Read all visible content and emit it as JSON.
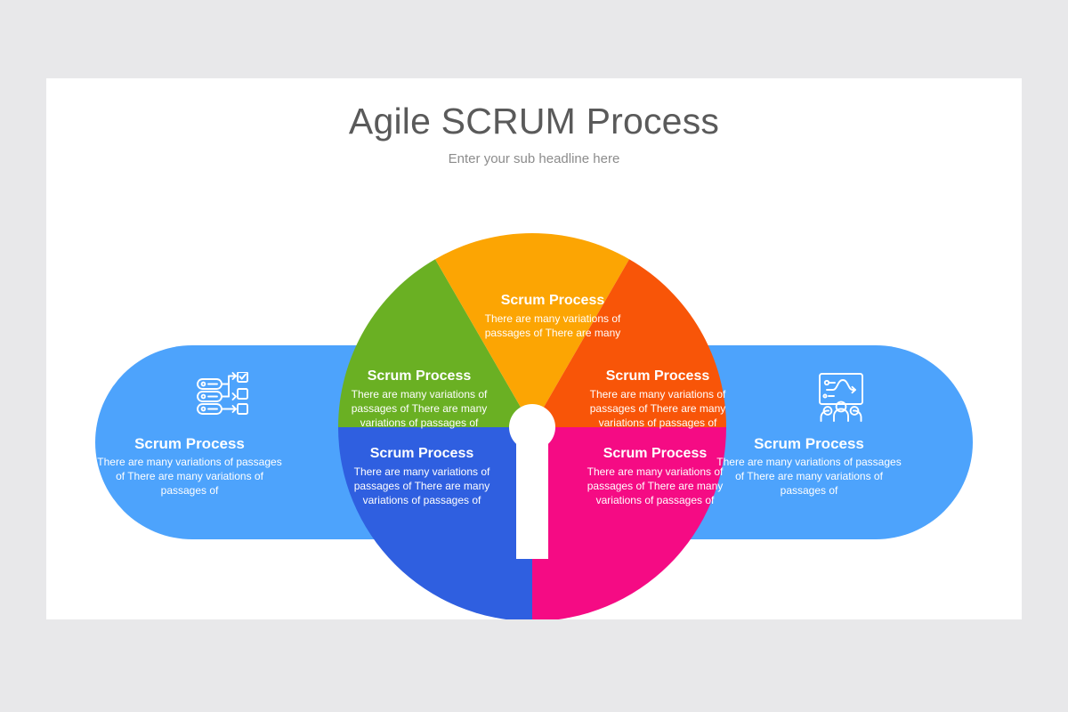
{
  "slide": {
    "title": "Agile SCRUM Process",
    "subtitle": "Enter your sub headline here",
    "background_color": "#ffffff",
    "canvas_color": "#e8e8ea"
  },
  "colors": {
    "light_blue": "#4da3fc",
    "dark_blue": "#2f5fe0",
    "green": "#6ab023",
    "orange": "#fca503",
    "red_orange": "#f85508",
    "pink": "#f50b84",
    "title_text": "#5a5a5a",
    "subtitle_text": "#8c8c8c",
    "segment_text": "#ffffff"
  },
  "diagram": {
    "type": "semi-donut-fan-with-pills",
    "segment_count": 6,
    "segments": [
      {
        "id": "left-pill",
        "shape": "pill",
        "color": "#4da3fc",
        "icon": "server-tasklist-icon",
        "heading": "Scrum Process",
        "body": "There are many variations of passages of There are many variations of passages of"
      },
      {
        "id": "green-wedge",
        "shape": "wedge",
        "color": "#6ab023",
        "heading": "Scrum Process",
        "body": "There are many variations of passages of There are many variations of passages of"
      },
      {
        "id": "orange-wedge",
        "shape": "wedge",
        "color": "#fca503",
        "heading": "Scrum Process",
        "body": "There are many variations of passages of There are many"
      },
      {
        "id": "red-orange-wedge",
        "shape": "wedge",
        "color": "#f85508",
        "heading": "Scrum Process",
        "body": "There are many variations of passages of There are many variations of passages of"
      },
      {
        "id": "blue-wedge",
        "shape": "half-disc",
        "color": "#2f5fe0",
        "heading": "Scrum Process",
        "body": "There are many variations of passages of There are many variations of passages of"
      },
      {
        "id": "pink-wedge",
        "shape": "half-disc",
        "color": "#f50b84",
        "heading": "Scrum Process",
        "body": "There are many variations of passages of There are many variations of passages of"
      },
      {
        "id": "right-pill",
        "shape": "pill",
        "color": "#4da3fc",
        "icon": "team-presentation-icon",
        "heading": "Scrum Process",
        "body": "There are many variations of passages of There are many variations of passages of"
      }
    ]
  }
}
